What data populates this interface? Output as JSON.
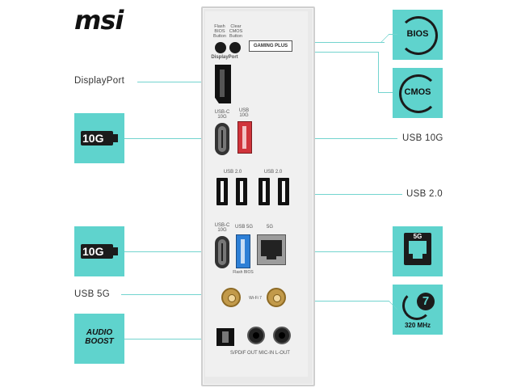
{
  "brand": {
    "logo_text": "msi"
  },
  "callouts": {
    "displayport": "DisplayPort",
    "usb10g": "USB 10G",
    "usb20": "USB 2.0",
    "usb5g": "USB 5G"
  },
  "tiles": {
    "bios": "BIOS",
    "cmos": "CMOS",
    "tenG_left_1": "10G",
    "tenG_left_2": "10G",
    "lan": "5G",
    "wifi_number": "7",
    "wifi_speed": "320 MHz",
    "audio_boost_line1": "AUDIO",
    "audio_boost_line2": "BOOST"
  },
  "panel": {
    "flash_bios_button_label": "Flash BIOS Button",
    "clear_cmos_button_label": "Clear CMOS Button",
    "gaming_plus_label": "GAMING PLUS",
    "displayport_label": "DisplayPort",
    "usbc_10g_label": "USB-C 10G",
    "usb_10g_label": "USB 10G",
    "usb20_left_label": "USB 2.0",
    "usb20_right_label": "USB 2.0",
    "usbc_10g_label_2": "USB-C 10G",
    "usb_5g_label": "USB 5G",
    "lan_5g_label": "5G",
    "flash_bios_port_label": "Flash BIOS",
    "wifi_label": "Wi-Fi 7",
    "audio_labels": "S/PDIF OUT  MIC-IN  L-OUT"
  },
  "colors": {
    "accent_teal": "#5fd3cd",
    "usb_10g_red": "#d0343b",
    "usb_5g_blue": "#2d7fd6",
    "antenna_gold": "#c29a4a"
  }
}
